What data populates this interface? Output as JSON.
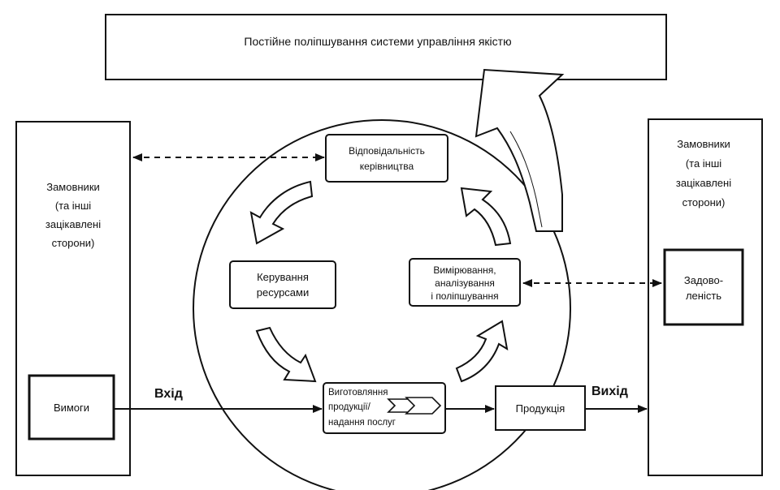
{
  "top_box": {
    "text": "Постійне поліпшування системи управління якістю"
  },
  "left_column": {
    "lines": [
      "Замовники",
      "(та інші",
      "зацікавлені",
      "сторони)"
    ],
    "requirements": "Вимоги"
  },
  "right_column": {
    "lines": [
      "Замовники",
      "(та інші",
      "зацікавлені",
      "сторони)"
    ],
    "satisfaction": [
      "Задово-",
      "леність"
    ]
  },
  "processes": {
    "management": [
      "Відповідальність",
      "керівництва"
    ],
    "resources": [
      "Керування",
      "ресурсами"
    ],
    "measurement": [
      "Вимірювання,",
      "аналізування",
      "і поліпшування"
    ],
    "realization": [
      "Виготовляння",
      "продукції/",
      "надання послуг"
    ]
  },
  "product": "Продукція",
  "labels": {
    "input": "Вхід",
    "output": "Вихід"
  }
}
